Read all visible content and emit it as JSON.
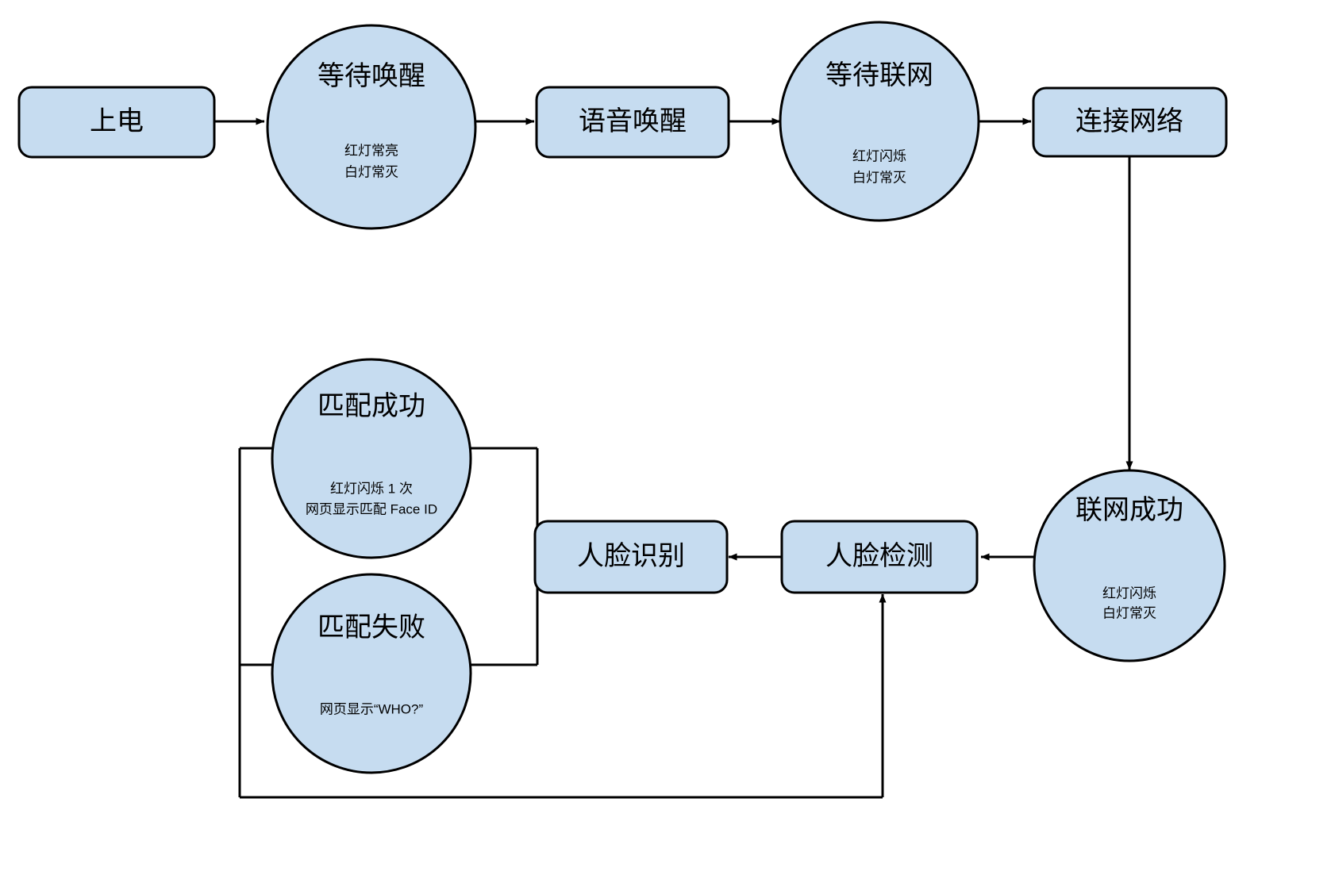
{
  "diagram": {
    "type": "flowchart",
    "background_color": "#ffffff",
    "node_fill_color": "#c6dcf0",
    "node_stroke_color": "#000000",
    "nodes": [
      {
        "id": "power-on",
        "shape": "rounded-rect",
        "title": "上电",
        "subtitle_lines": []
      },
      {
        "id": "waiting-wakeup",
        "shape": "circle",
        "title": "等待唤醒",
        "subtitle_lines": [
          "红灯常亮",
          "白灯常灭"
        ]
      },
      {
        "id": "voice-wakeup",
        "shape": "rounded-rect",
        "title": "语音唤醒",
        "subtitle_lines": []
      },
      {
        "id": "waiting-network",
        "shape": "circle",
        "title": "等待联网",
        "subtitle_lines": [
          "红灯闪烁",
          "白灯常灭"
        ]
      },
      {
        "id": "connect-network",
        "shape": "rounded-rect",
        "title": "连接网络",
        "subtitle_lines": []
      },
      {
        "id": "network-success",
        "shape": "circle",
        "title": "联网成功",
        "subtitle_lines": [
          "红灯闪烁",
          "白灯常灭"
        ]
      },
      {
        "id": "face-detection",
        "shape": "rounded-rect",
        "title": "人脸检测",
        "subtitle_lines": []
      },
      {
        "id": "face-recognition",
        "shape": "rounded-rect",
        "title": "人脸识别",
        "subtitle_lines": []
      },
      {
        "id": "match-success",
        "shape": "circle",
        "title": "匹配成功",
        "subtitle_lines": [
          "红灯闪烁 1 次",
          "网页显示匹配 Face ID"
        ]
      },
      {
        "id": "match-failure",
        "shape": "circle",
        "title": "匹配失败",
        "subtitle_lines": [
          "网页显示“WHO?”"
        ]
      }
    ],
    "edges": [
      {
        "id": "e1",
        "from": "power-on",
        "to": "waiting-wakeup",
        "arrow": true
      },
      {
        "id": "e2",
        "from": "waiting-wakeup",
        "to": "voice-wakeup",
        "arrow": true
      },
      {
        "id": "e3",
        "from": "voice-wakeup",
        "to": "waiting-network",
        "arrow": true
      },
      {
        "id": "e4",
        "from": "waiting-network",
        "to": "connect-network",
        "arrow": true
      },
      {
        "id": "e5",
        "from": "connect-network",
        "to": "network-success",
        "arrow": true
      },
      {
        "id": "e6",
        "from": "network-success",
        "to": "face-detection",
        "arrow": true
      },
      {
        "id": "e7",
        "from": "face-detection",
        "to": "face-recognition",
        "arrow": true
      },
      {
        "id": "e8",
        "from": "face-recognition",
        "to": "match-success",
        "arrow": false
      },
      {
        "id": "e9",
        "from": "face-recognition",
        "to": "match-failure",
        "arrow": false
      },
      {
        "id": "e10",
        "from": "match-failure",
        "to": "face-detection",
        "arrow": true
      }
    ]
  }
}
